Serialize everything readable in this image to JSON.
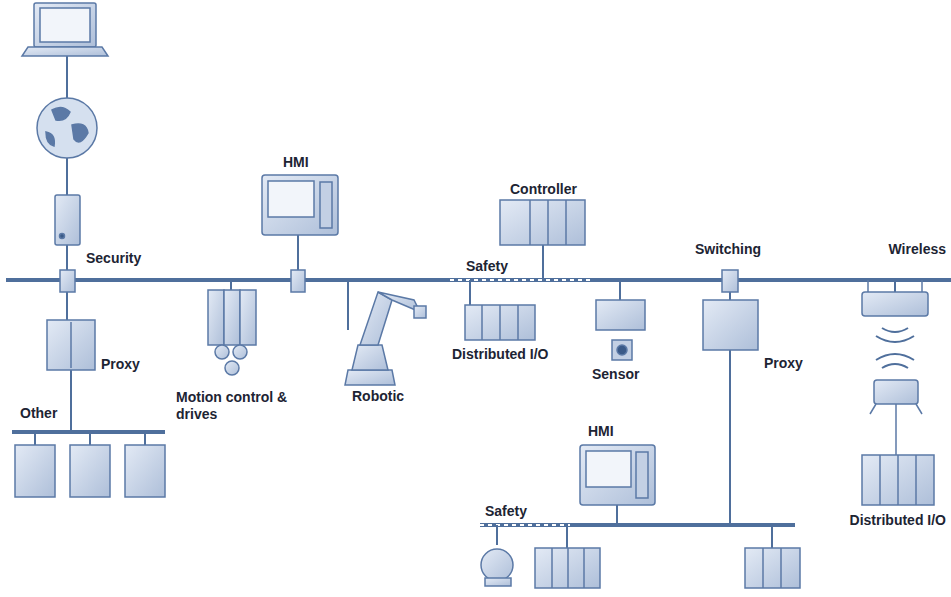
{
  "diagram": {
    "labels": [
      "HMI",
      "Controller",
      "Switching",
      "Wireless",
      "Security",
      "Safety",
      "Proxy",
      "Other",
      "Motion control & drives",
      "Robotic",
      "Distributed I/O",
      "Sensor",
      "Proxy",
      "HMI",
      "Safety",
      "Distributed I/O"
    ]
  }
}
